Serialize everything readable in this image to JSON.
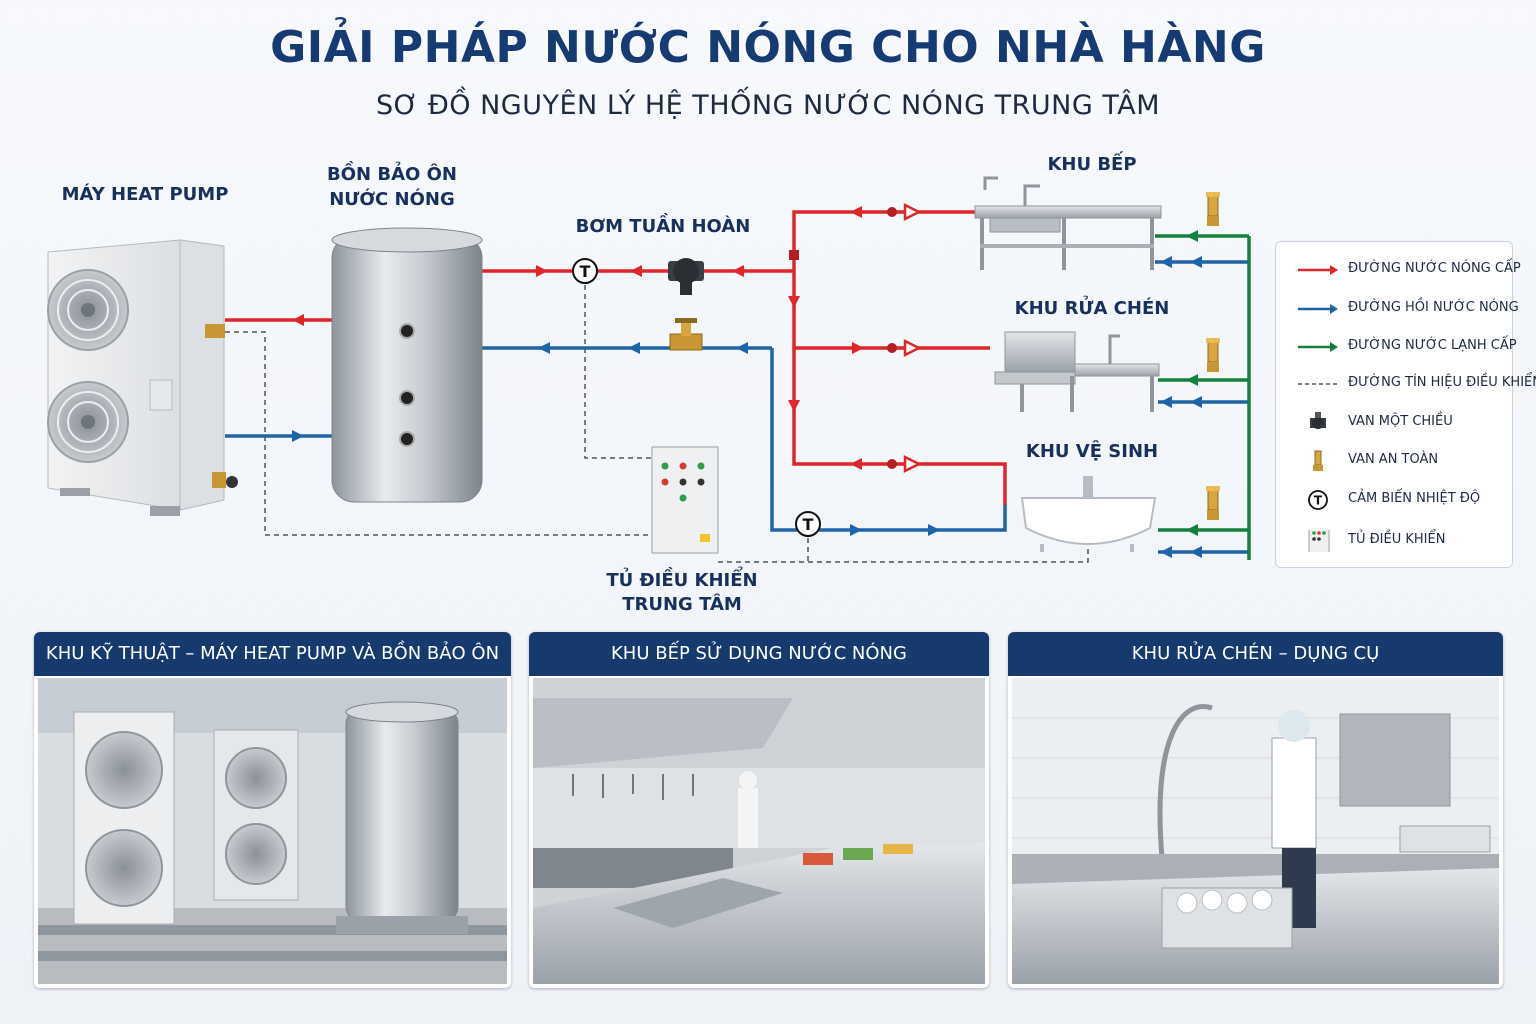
{
  "header": {
    "title": "GIẢI PHÁP NƯỚC NÓNG CHO NHÀ HÀNG",
    "subtitle": "SƠ ĐỒ NGUYÊN LÝ HỆ THỐNG NƯỚC NÓNG TRUNG TÂM"
  },
  "diagram": {
    "heat_pump_label": "MÁY HEAT PUMP",
    "tank_label_line1": "BỒN BẢO ÔN",
    "tank_label_line2": "NƯỚC NÓNG",
    "pump_label": "BƠM TUẦN HOÀN",
    "controller_label_line1": "TỦ ĐIỀU KHIỂN",
    "controller_label_line2": "TRUNG TÂM",
    "kitchen_label": "KHU BẾP",
    "dishwash_label": "KHU RỬA CHÉN",
    "restroom_label": "KHU VỆ SINH",
    "sensor_symbol": "T"
  },
  "legend": {
    "items": [
      {
        "label": "ĐƯỜNG NƯỚC NÓNG CẤP",
        "icon": "red-arrow-line"
      },
      {
        "label": "ĐƯỜNG HỒI NƯỚC NÓNG",
        "icon": "blue-arrow-line"
      },
      {
        "label": "ĐƯỜNG NƯỚC LẠNH CẤP",
        "icon": "green-arrow-line"
      },
      {
        "label": "ĐƯỜNG TÍN HIỆU ĐIỀU KHIỂN",
        "icon": "dashed-line"
      },
      {
        "label": "VAN MỘT CHIỀU",
        "icon": "check-valve-icon"
      },
      {
        "label": "VAN AN TOÀN",
        "icon": "safety-valve-icon"
      },
      {
        "label": "CẢM BIẾN NHIỆT ĐỘ",
        "icon": "temperature-sensor-icon"
      },
      {
        "label": "TỦ ĐIỀU KHIỂN",
        "icon": "control-cabinet-icon"
      }
    ]
  },
  "panels": [
    {
      "title": "KHU KỸ THUẬT – MÁY HEAT PUMP VÀ BỒN BẢO ÔN"
    },
    {
      "title": "KHU BẾP SỬ DỤNG NƯỚC NÓNG"
    },
    {
      "title": "KHU RỬA CHÉN – DỤNG CỤ"
    }
  ],
  "colors": {
    "hot_supply": "#e0262b",
    "hot_return": "#1f63a8",
    "cold_supply": "#15803d",
    "signal": "#555555",
    "title": "#163a72",
    "panel_header": "#173a6e"
  }
}
